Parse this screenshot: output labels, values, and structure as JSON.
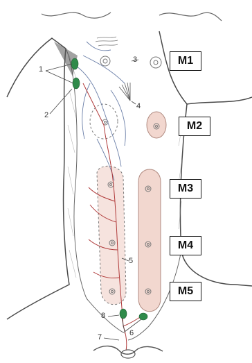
{
  "number_labels": [
    "1",
    "2",
    "3",
    "4",
    "5",
    "6",
    "7",
    "8"
  ],
  "box_labels": [
    "M1",
    "M2",
    "M3",
    "M4",
    "M5"
  ],
  "colors": {
    "outline": "#4a4a4a",
    "mammary_fill": "#f2d7cf",
    "mammary_stroke": "#b08a80",
    "vessel_red": "#b03a3a",
    "vessel_blue": "#6b7fa8",
    "node_green": "#2f8a4a",
    "dashed": "#777777",
    "label_border": "#111111"
  }
}
